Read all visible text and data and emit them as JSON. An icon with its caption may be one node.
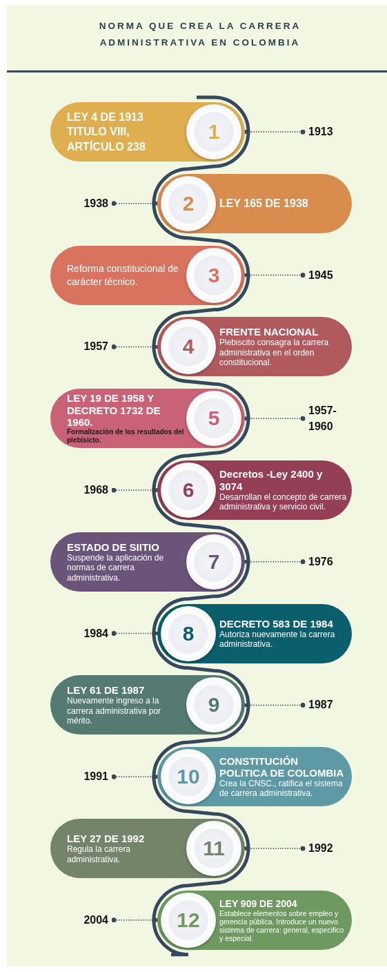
{
  "diagram": {
    "title": "NORMA QUE CREA LA CARRERA ADMINISTRATIVA EN COLOMBIA",
    "nodes": [
      {
        "text": [
          "LEY 4 DE 1913 TITULO VIII, ARTÍCULO 238"
        ]
      },
      {
        "text": [
          "1"
        ],
        "in": 0
      },
      {
        "text": [
          "1913"
        ]
      },
      {
        "text": [
          "LEY 165 DE 1938"
        ]
      },
      {
        "text": [
          "2"
        ],
        "in": 3
      },
      {
        "text": [
          "1938"
        ]
      },
      {
        "text": [
          "Reforma constitucional de carácter técnico."
        ]
      },
      {
        "text": [
          "3"
        ],
        "in": 6
      },
      {
        "text": [
          "1945"
        ]
      },
      {
        "text": [
          "FRENTE NACIONAL",
          "Plebiscito consagra la carrera administrativa en el orden constitucional."
        ]
      },
      {
        "text": [
          "4"
        ],
        "in": 9
      },
      {
        "text": [
          "1957"
        ]
      },
      {
        "text": [
          "LEY 19 DE 1958 Y DECRETO 1732 DE 1960.",
          "Formalización de los resultados del plebisicto."
        ]
      },
      {
        "text": [
          "5"
        ],
        "in": 12
      },
      {
        "text": [
          "1957- 1960"
        ]
      },
      {
        "text": [
          "Decretos -Ley 2400 y 3074",
          "Desarrollan el concepto de carrera administrativa y servicio civil."
        ]
      },
      {
        "text": [
          "6"
        ],
        "in": 15
      },
      {
        "text": [
          "1968"
        ]
      },
      {
        "text": [
          "ESTADO DE SIITIO",
          "Suspende la aplicación de normas de carrera administrativa."
        ]
      },
      {
        "text": [
          "7"
        ],
        "in": 18
      },
      {
        "text": [
          "1976"
        ]
      },
      {
        "text": [
          "DECRETO 583 DE 1984",
          "Autoriza nuevamente la carrera administrativa."
        ]
      },
      {
        "text": [
          "8"
        ],
        "in": 21
      },
      {
        "text": [
          "1984"
        ]
      },
      {
        "text": [
          "LEY 61 DE 1987",
          "Nuevamente ingreso a la carrera administrativa por mérito."
        ]
      },
      {
        "text": [
          "9"
        ],
        "in": 24
      },
      {
        "text": [
          "1987"
        ]
      },
      {
        "text": [
          "CONSTITUCIÓN POLíTICA DE COLOMBIA",
          "Crea la CNSC., ratifica el sistema de carrera administrativa."
        ]
      },
      {
        "text": [
          "10"
        ],
        "in": 27
      },
      {
        "text": [
          "1991"
        ]
      },
      {
        "text": [
          "LEY 27 DE 1992",
          "Regula la carrera administrativa."
        ]
      },
      {
        "text": [
          "11"
        ],
        "in": 30
      },
      {
        "text": [
          "1992"
        ]
      },
      {
        "text": [
          "LEY 909 DE 2004",
          "Establece elementos sobre empleo y gerencia pública. Introduce un nuevo sistema de carrera: general, especifico y especial."
        ]
      },
      {
        "text": [
          "12"
        ],
        "in": 33
      },
      {
        "text": [
          "2004"
        ]
      }
    ],
    "edges": [
      {
        "from": null,
        "to": 1,
        "arrow": "none"
      },
      {
        "from": 1,
        "to": 4,
        "arrow": "none"
      },
      {
        "from": 4,
        "to": 7,
        "arrow": "none"
      },
      {
        "from": 7,
        "to": 10,
        "arrow": "none"
      },
      {
        "from": 10,
        "to": 13,
        "arrow": "none"
      },
      {
        "from": 13,
        "to": 16,
        "arrow": "none"
      },
      {
        "from": 16,
        "to": 19,
        "arrow": "none"
      },
      {
        "from": 19,
        "to": 22,
        "arrow": "none"
      },
      {
        "from": 22,
        "to": 25,
        "arrow": "none"
      },
      {
        "from": 25,
        "to": 28,
        "arrow": "none"
      },
      {
        "from": 28,
        "to": 31,
        "arrow": "none"
      },
      {
        "from": 31,
        "to": 34,
        "arrow": "none"
      },
      {
        "from": 34,
        "to": null,
        "arrow": "none"
      },
      {
        "from": 2,
        "to": 1,
        "arrow": "other",
        "style": "dashed"
      },
      {
        "from": 5,
        "to": 4,
        "arrow": "other",
        "style": "dashed"
      },
      {
        "from": 8,
        "to": 7,
        "arrow": "other",
        "style": "dashed"
      },
      {
        "from": 11,
        "to": 10,
        "arrow": "other",
        "style": "dashed"
      },
      {
        "from": 14,
        "to": 13,
        "arrow": "other",
        "style": "dashed"
      },
      {
        "from": 17,
        "to": 16,
        "arrow": "other",
        "style": "dashed"
      },
      {
        "from": 20,
        "to": 19,
        "arrow": "other",
        "style": "dashed"
      },
      {
        "from": 23,
        "to": 22,
        "arrow": "other",
        "style": "dashed"
      },
      {
        "from": 26,
        "to": 25,
        "arrow": "other",
        "style": "dashed"
      },
      {
        "from": 29,
        "to": 28,
        "arrow": "other",
        "style": "dashed"
      },
      {
        "from": 32,
        "to": 31,
        "arrow": "other",
        "style": "dashed"
      },
      {
        "from": 35,
        "to": 34,
        "arrow": "other",
        "style": "dashed"
      }
    ]
  }
}
